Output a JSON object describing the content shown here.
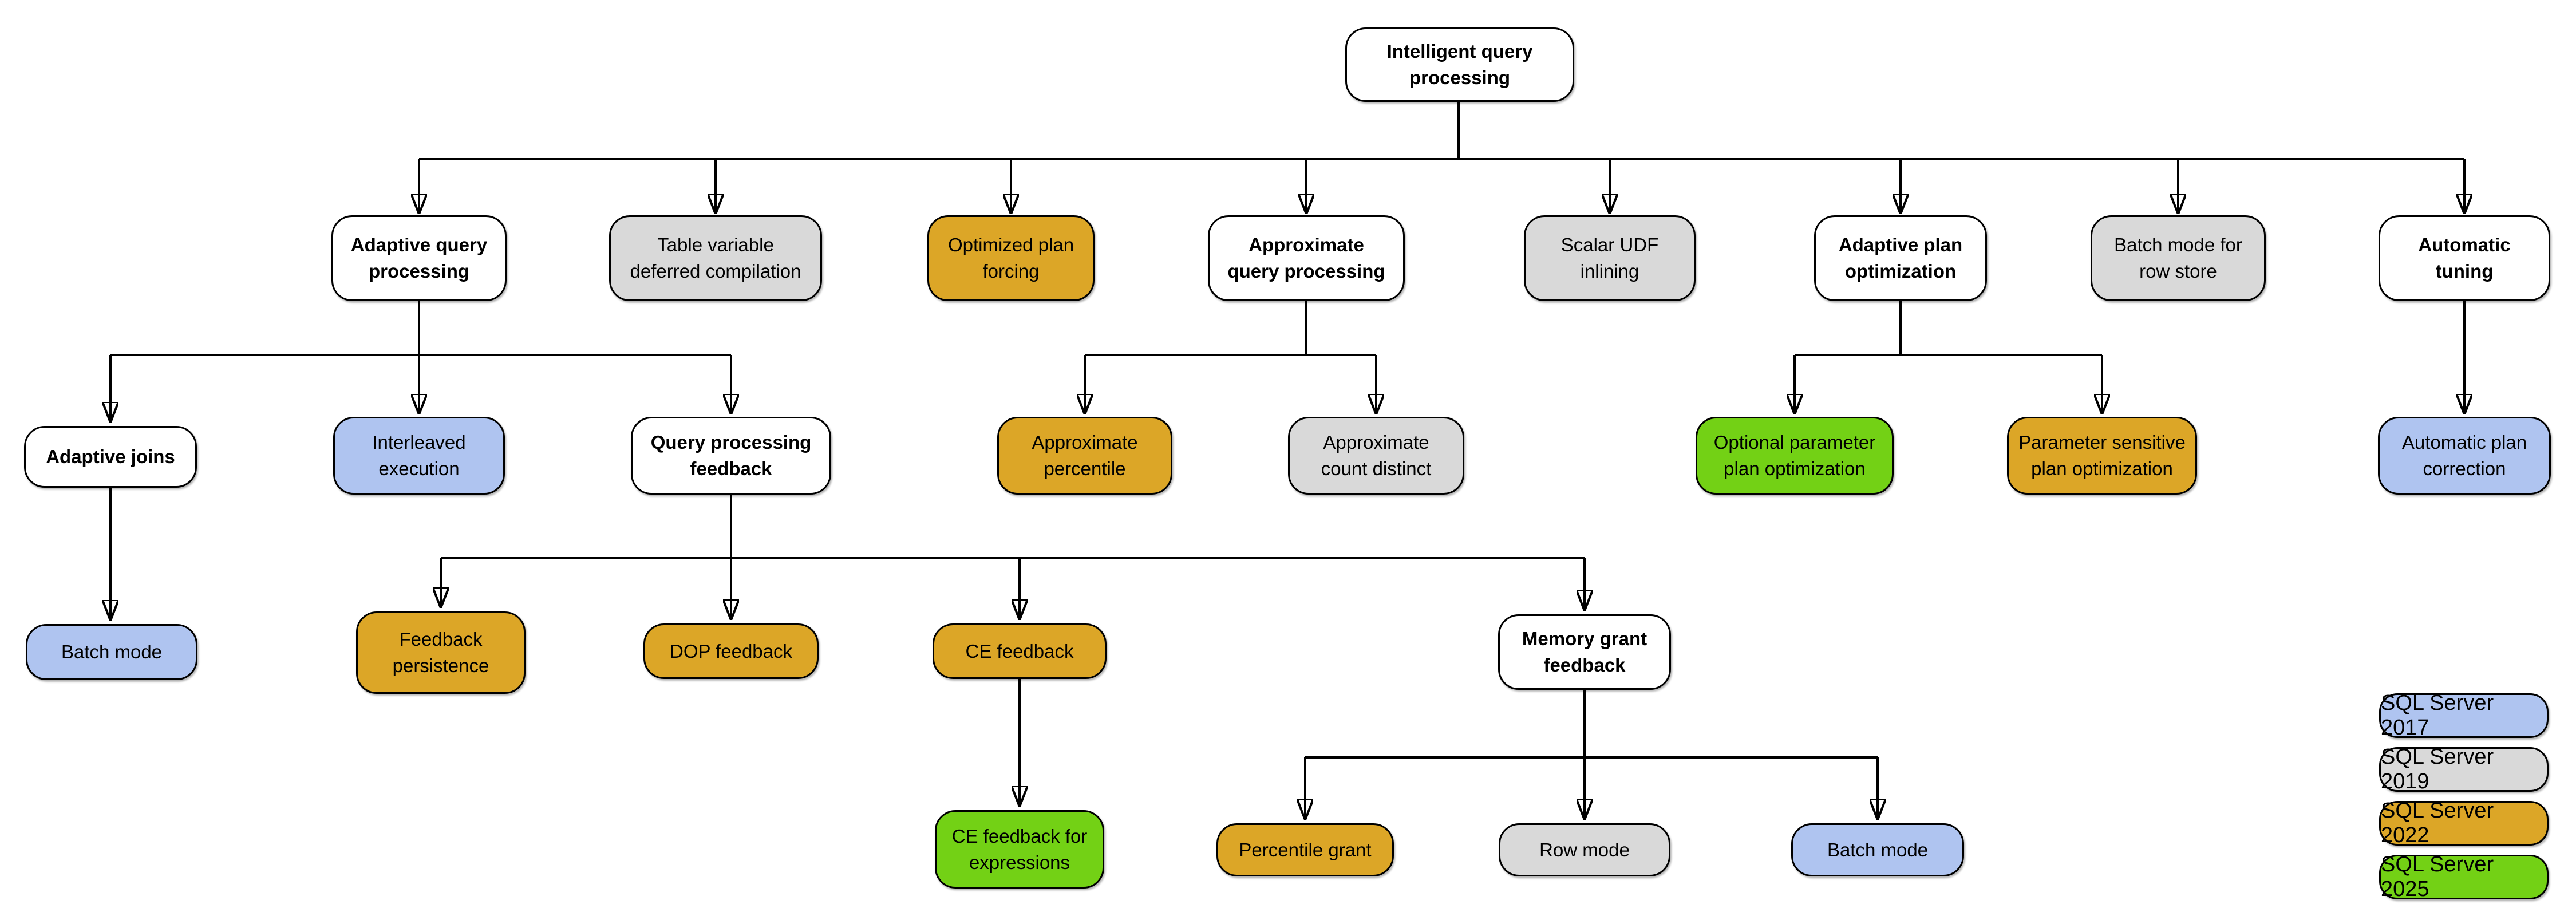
{
  "colors": {
    "2017": "#AFC4F0",
    "2019": "#D9D9D9",
    "2022": "#DCA627",
    "2025": "#73D115",
    "category": "#FFFFFF"
  },
  "nodes": [
    {
      "id": "intelligent-query-processing",
      "label": "Intelligent query\nprocessing",
      "version": "category"
    },
    {
      "id": "adaptive-query-processing",
      "label": "Adaptive query\nprocessing",
      "version": "category"
    },
    {
      "id": "table-variable-deferred-compilation",
      "label": "Table variable\ndeferred compilation",
      "version": "2019"
    },
    {
      "id": "optimized-plan-forcing",
      "label": "Optimized plan\nforcing",
      "version": "2022"
    },
    {
      "id": "approximate-query-processing",
      "label": "Approximate\nquery processing",
      "version": "category"
    },
    {
      "id": "scalar-udf-inlining",
      "label": "Scalar UDF\ninlining",
      "version": "2019"
    },
    {
      "id": "adaptive-plan-optimization",
      "label": "Adaptive plan\noptimization",
      "version": "category"
    },
    {
      "id": "batch-mode-for-row-store",
      "label": "Batch mode for\nrow store",
      "version": "2019"
    },
    {
      "id": "automatic-tuning",
      "label": "Automatic\ntuning",
      "version": "category"
    },
    {
      "id": "adaptive-joins",
      "label": "Adaptive joins",
      "version": "category"
    },
    {
      "id": "interleaved-execution",
      "label": "Interleaved\nexecution",
      "version": "2017"
    },
    {
      "id": "query-processing-feedback",
      "label": "Query processing\nfeedback",
      "version": "category"
    },
    {
      "id": "approximate-percentile",
      "label": "Approximate\npercentile",
      "version": "2022"
    },
    {
      "id": "approximate-count-distinct",
      "label": "Approximate\ncount distinct",
      "version": "2019"
    },
    {
      "id": "optional-parameter-plan-optimization",
      "label": "Optional parameter\nplan optimization",
      "version": "2025"
    },
    {
      "id": "parameter-sensitive-plan-optimization",
      "label": "Parameter sensitive\nplan optimization",
      "version": "2022"
    },
    {
      "id": "automatic-plan-correction",
      "label": "Automatic plan\ncorrection",
      "version": "2017"
    },
    {
      "id": "batch-mode-adaptive-joins",
      "label": "Batch mode",
      "version": "2017"
    },
    {
      "id": "feedback-persistence",
      "label": "Feedback\npersistence",
      "version": "2022"
    },
    {
      "id": "dop-feedback",
      "label": "DOP feedback",
      "version": "2022"
    },
    {
      "id": "ce-feedback",
      "label": "CE feedback",
      "version": "2022"
    },
    {
      "id": "memory-grant-feedback",
      "label": "Memory grant\nfeedback",
      "version": "category"
    },
    {
      "id": "ce-feedback-for-expressions",
      "label": "CE feedback for\nexpressions",
      "version": "2025"
    },
    {
      "id": "percentile-grant",
      "label": "Percentile grant",
      "version": "2022"
    },
    {
      "id": "row-mode",
      "label": "Row mode",
      "version": "2019"
    },
    {
      "id": "batch-mode-memory-grant",
      "label": "Batch mode",
      "version": "2017"
    }
  ],
  "legend": {
    "items": [
      {
        "label": "SQL Server 2017",
        "version": "2017"
      },
      {
        "label": "SQL Server 2019",
        "version": "2019"
      },
      {
        "label": "SQL Server 2022",
        "version": "2022"
      },
      {
        "label": "SQL Server 2025",
        "version": "2025"
      }
    ]
  }
}
